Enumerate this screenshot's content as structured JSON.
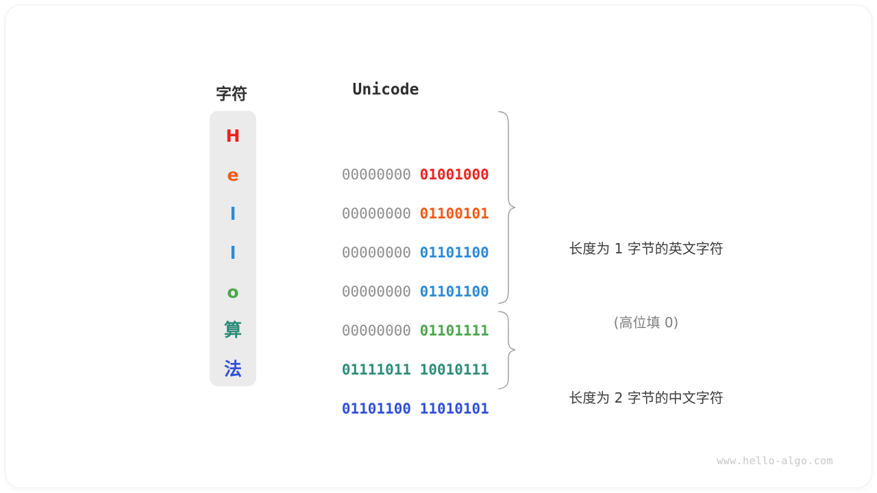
{
  "page": {
    "background_color": "#ffffff",
    "card_background": "#ffffff",
    "watermark": "www.hello-algo.com"
  },
  "headers": {
    "character": "字符",
    "unicode": "Unicode"
  },
  "palette": {
    "red": "#e8231f",
    "orange": "#f05a14",
    "blue": "#2b8ad6",
    "green": "#4ca64c",
    "teal": "#2e8b7a",
    "indigo": "#2e4fd8",
    "gray_high_bits": "#8c8c8c",
    "column_background": "#ebebeb",
    "brace": "#9a9a9a",
    "text": "#3c3c3c",
    "watermark": "#c7c7c7"
  },
  "rows": [
    {
      "char": "H",
      "char_color": "#e8231f",
      "high_byte": "00000000",
      "low_byte": "01001000",
      "low_color": "#e8231f",
      "is_cjk": false
    },
    {
      "char": "e",
      "char_color": "#f05a14",
      "high_byte": "00000000",
      "low_byte": "01100101",
      "low_color": "#f05a14",
      "is_cjk": false
    },
    {
      "char": "l",
      "char_color": "#2b8ad6",
      "high_byte": "00000000",
      "low_byte": "01101100",
      "low_color": "#2b8ad6",
      "is_cjk": false
    },
    {
      "char": "l",
      "char_color": "#2b8ad6",
      "high_byte": "00000000",
      "low_byte": "01101100",
      "low_color": "#2b8ad6",
      "is_cjk": false
    },
    {
      "char": "o",
      "char_color": "#4ca64c",
      "high_byte": "00000000",
      "low_byte": "01101111",
      "low_color": "#4ca64c",
      "is_cjk": false
    },
    {
      "char": "算",
      "char_color": "#2e8b7a",
      "high_byte": "01111011",
      "low_byte": "10010111",
      "low_color": "#2e8b7a",
      "high_color": "#2e8b7a",
      "is_cjk": true
    },
    {
      "char": "法",
      "char_color": "#2e4fd8",
      "high_byte": "01101100",
      "low_byte": "11010101",
      "low_color": "#2e4fd8",
      "high_color": "#2e4fd8",
      "is_cjk": true
    }
  ],
  "annotations": [
    {
      "id": "ascii-group",
      "line1": "长度为 1 字节的英文字符",
      "line2": "(高位填 0)"
    },
    {
      "id": "cjk-group",
      "line1": "长度为 2 字节的中文字符",
      "line2": ""
    }
  ]
}
